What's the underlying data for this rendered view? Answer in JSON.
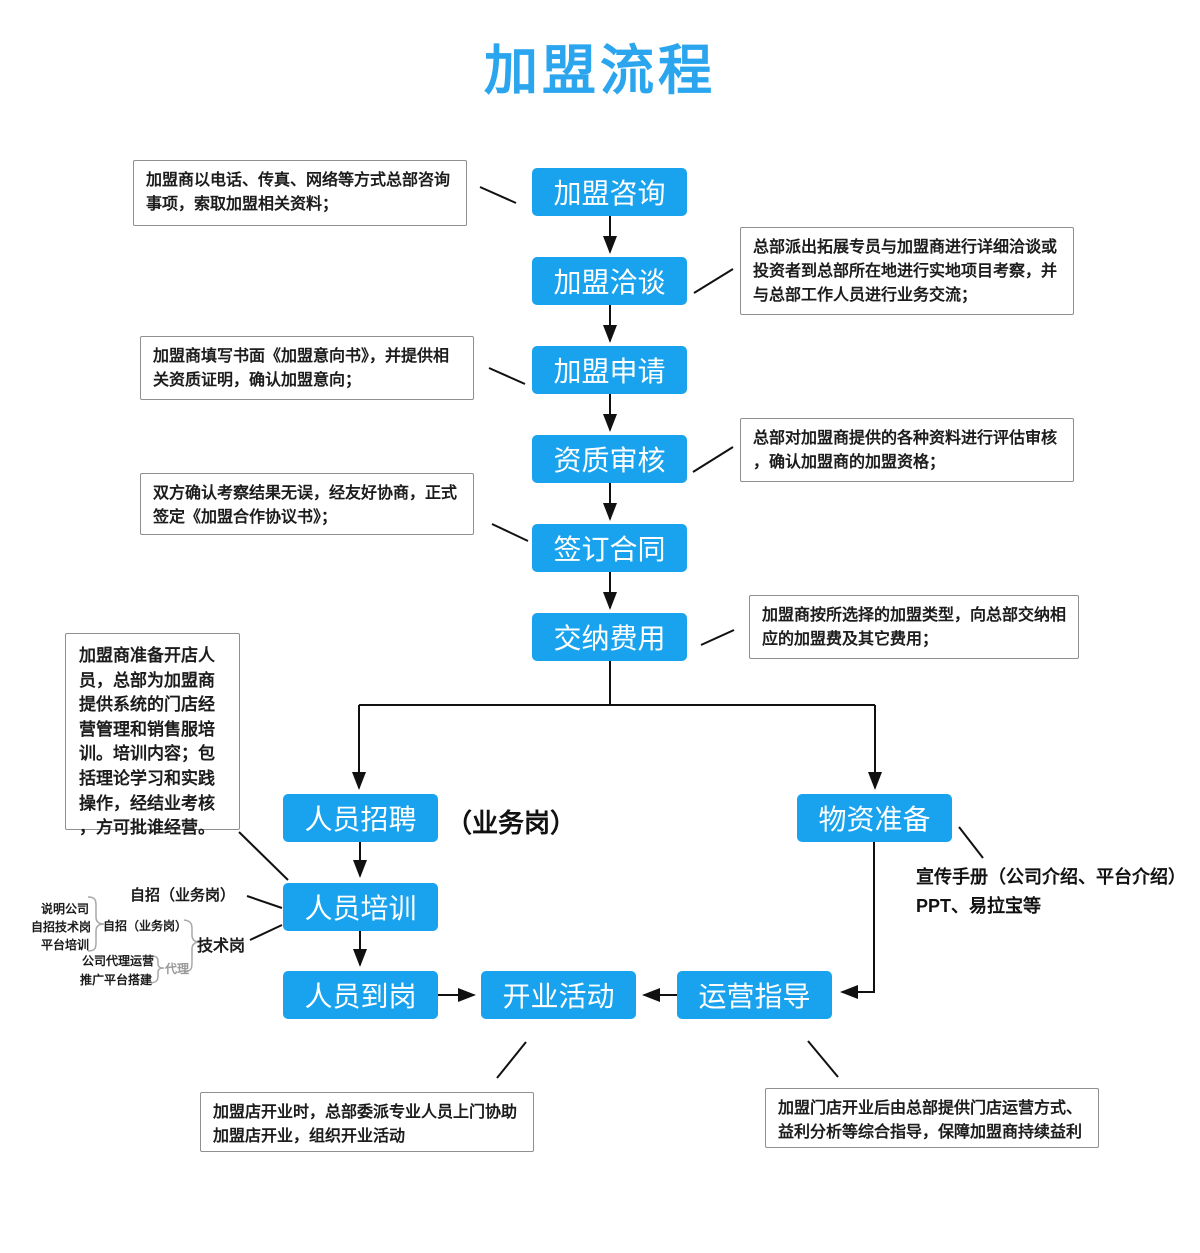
{
  "title": "加盟流程",
  "colors": {
    "accent": "#19A3EE",
    "title_blue": "#2AA5EE",
    "line": "#1a1a1a",
    "note_border": "#8f8f8f"
  },
  "flow": {
    "consult": "加盟咨询",
    "negotiate": "加盟洽谈",
    "apply": "加盟申请",
    "review": "资质审核",
    "sign": "签订合同",
    "pay": "交纳费用",
    "recruit": "人员招聘",
    "recruit_suffix": "（业务岗）",
    "materials": "物资准备",
    "training": "人员培训",
    "onboard": "人员到岗",
    "opening": "开业活动",
    "guidance": "运营指导"
  },
  "notes": {
    "consult": [
      "加盟商以电话、传真、网络等方式总部咨询",
      "事项，索取加盟相关资料；"
    ],
    "negotiate": [
      "总部派出拓展专员与加盟商进行详细洽谈或",
      "投资者到总部所在地进行实地项目考察，并",
      "与总部工作人员进行业务交流；"
    ],
    "apply": [
      "加盟商填写书面《加盟意向书》，并提供相",
      "关资质证明，确认加盟意向；"
    ],
    "review": [
      "总部对加盟商提供的各种资料进行评估审核",
      "，确认加盟商的加盟资格；"
    ],
    "sign": [
      "双方确认考察结果无误，经友好协商，正式",
      "签定《加盟合作协议书》；"
    ],
    "pay": [
      "加盟商按所选择的加盟类型，向总部交纳相",
      "应的加盟费及其它费用；"
    ],
    "training_prep": [
      "加盟商准备开店人",
      "员，总部为加盟商",
      "提供系统的门店经",
      "营管理和销售服培",
      "训。培训内容；包",
      "括理论学习和实践",
      "操作，经结业考核",
      "，方可批谁经营。"
    ],
    "materials_detail": [
      "宣传手册（公司介绍、平台介绍）",
      "PPT、易拉宝等"
    ],
    "opening_note": [
      "加盟店开业时，总部委派专业人员上门协助",
      "加盟店开业，组织开业活动"
    ],
    "guidance_note": [
      "加盟门店开业后由总部提供门店运营方式、",
      "益利分析等综合指导，保障加盟商持续益利"
    ]
  },
  "tree": {
    "self_recruit_top": "自招（业务岗）",
    "left_items": [
      "说明公司",
      "自招技术岗",
      "平台培训"
    ],
    "self_recruit_mid": "自招（业务岗）",
    "tech_label": "技术岗",
    "agent_items": [
      "公司代理运营",
      "推广平台搭建"
    ],
    "agent_label": "代理"
  }
}
